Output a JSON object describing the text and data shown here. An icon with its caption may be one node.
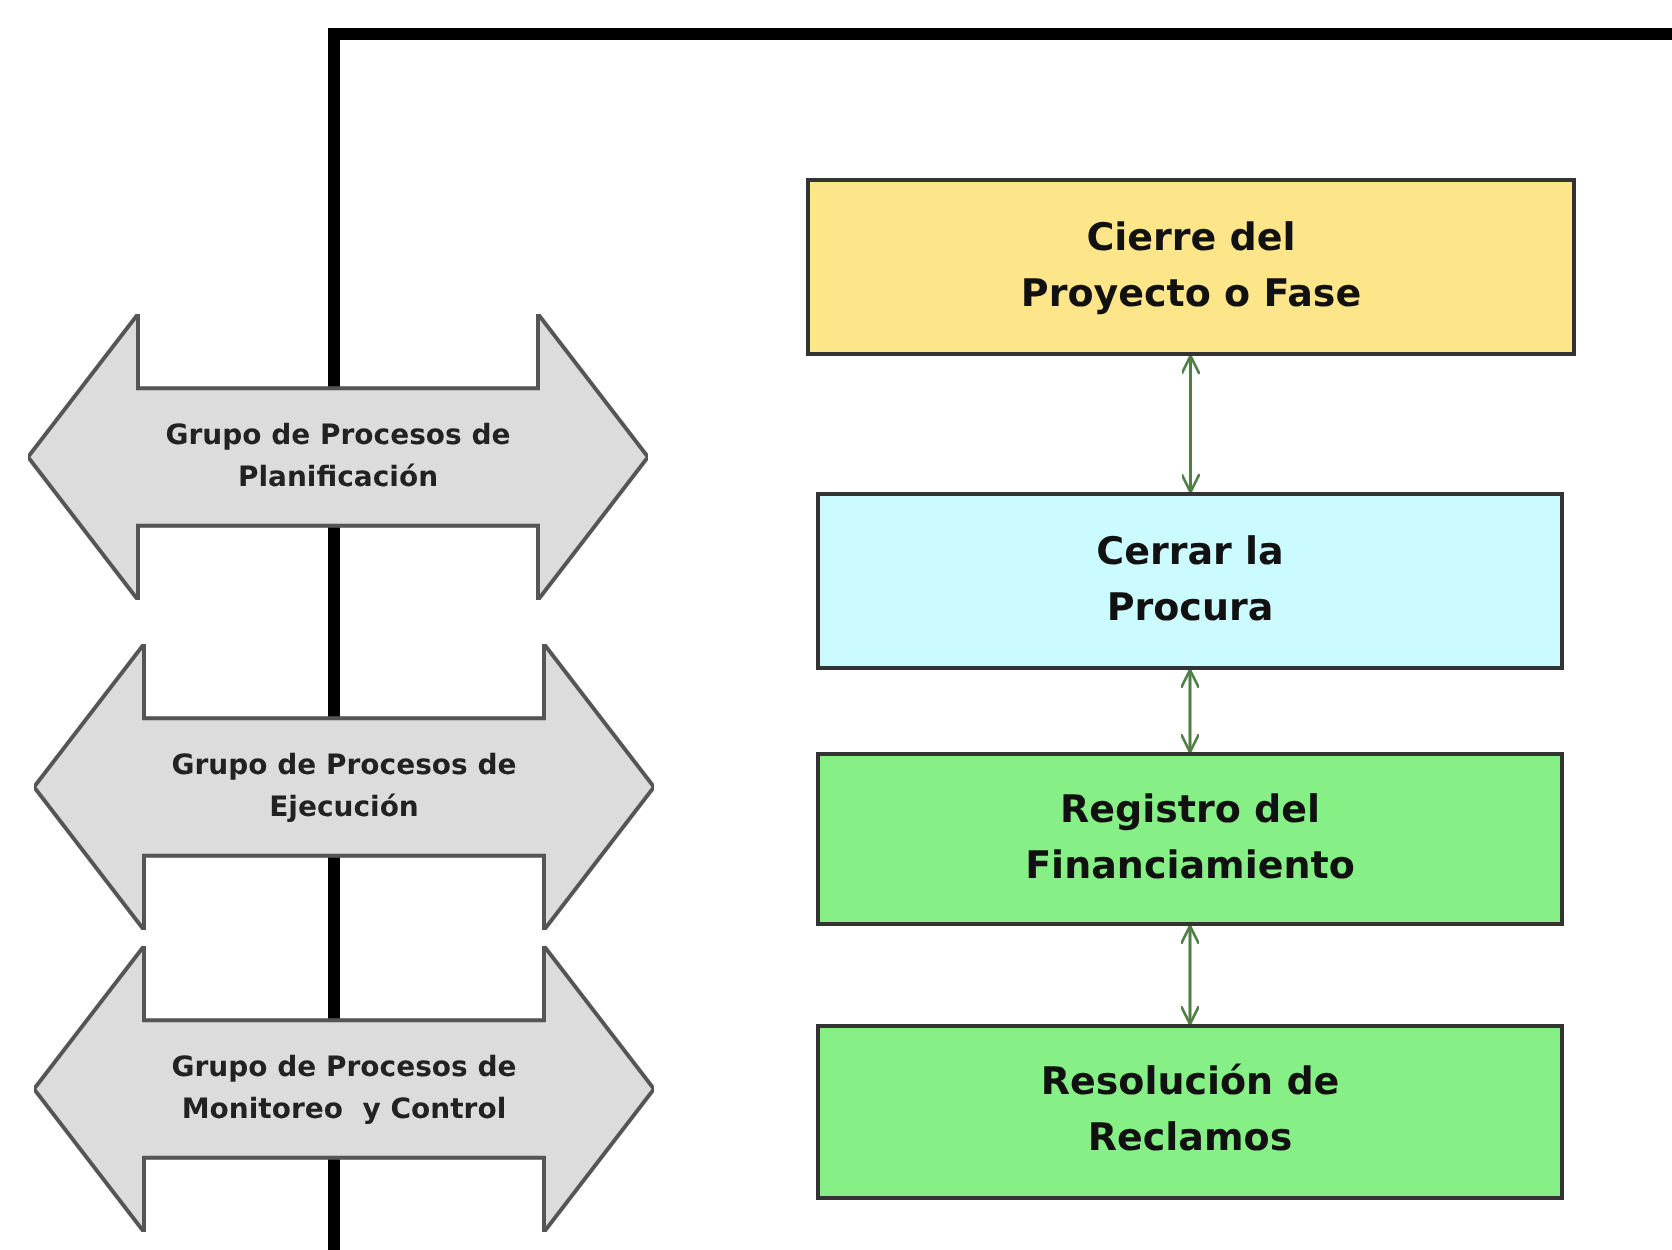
{
  "diagram": {
    "nodes": [
      {
        "text": [
          "Cierre del Proyecto o Fase"
        ]
      },
      {
        "text": [
          "Cerrar la Procura"
        ]
      },
      {
        "text": [
          "Registro del Financiamiento"
        ]
      },
      {
        "text": [
          "Resolución de Reclamos"
        ]
      },
      {
        "text": [
          "Grupo de Procesos de Planificación"
        ]
      },
      {
        "text": [
          "Grupo de Procesos de Ejecución"
        ]
      },
      {
        "text": [
          "Grupo de Procesos de Monitoreo  y Control"
        ]
      }
    ],
    "edges": [
      {
        "from": 0,
        "to": 1,
        "arrow": "both"
      },
      {
        "from": 1,
        "to": 2,
        "arrow": "both"
      },
      {
        "from": 2,
        "to": 3,
        "arrow": "both"
      }
    ]
  }
}
